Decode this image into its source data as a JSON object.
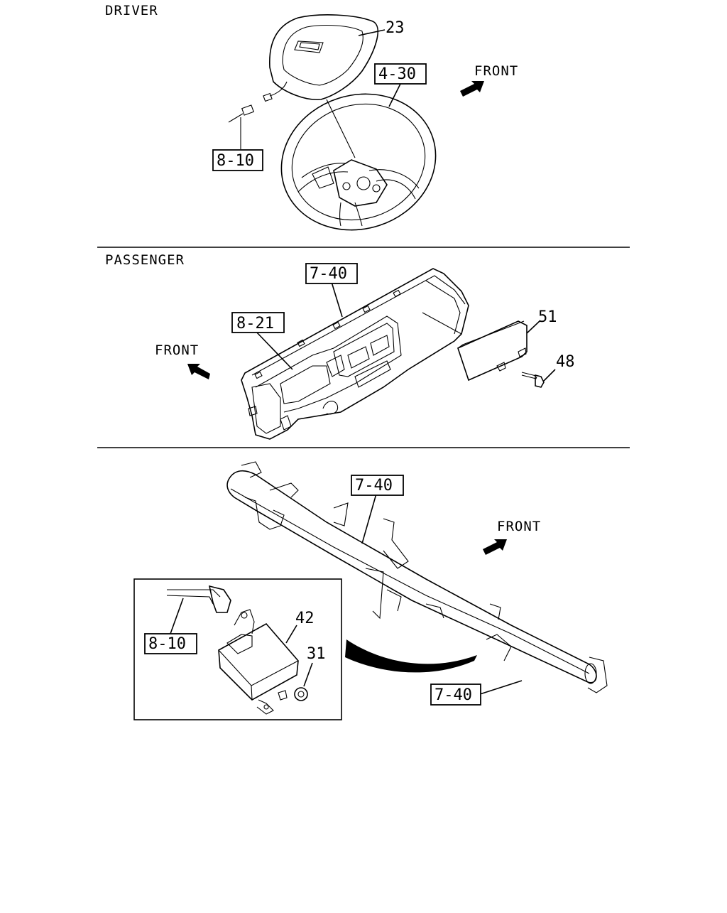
{
  "sections": {
    "driver": "DRIVER",
    "passenger": "PASSENGER"
  },
  "front_labels": {
    "driver": "FRONT",
    "passenger": "FRONT",
    "crossmember": "FRONT"
  },
  "callouts": {
    "driver_airbag": "23",
    "steering_wheel_ref": "4-30",
    "driver_harness_ref": "8-10",
    "dash_panel_ref": "7-40",
    "instrument_cluster_ref": "8-21",
    "passenger_airbag": "51",
    "passenger_airbag_bolt": "48",
    "crossmember_ref_upper": "7-40",
    "crossmember_ref_lower": "7-40",
    "control_unit": "42",
    "control_unit_nut": "31",
    "control_unit_harness_ref": "8-10"
  }
}
